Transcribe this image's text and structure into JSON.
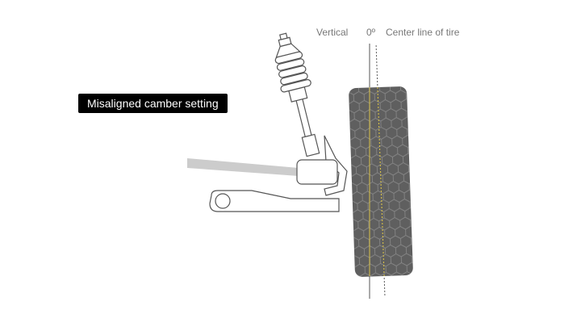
{
  "title_badge": "Misaligned camber setting",
  "labels": {
    "vertical": "Vertical",
    "angle": "0º",
    "center_line": "Center line of tire"
  },
  "colors": {
    "tire": "#5f5f5f",
    "tread": "#8a8a8a",
    "outline": "#555555",
    "center_line": "#d9c24a",
    "axle": "#cccccc",
    "badge_bg": "#000000",
    "badge_text": "#ffffff"
  }
}
